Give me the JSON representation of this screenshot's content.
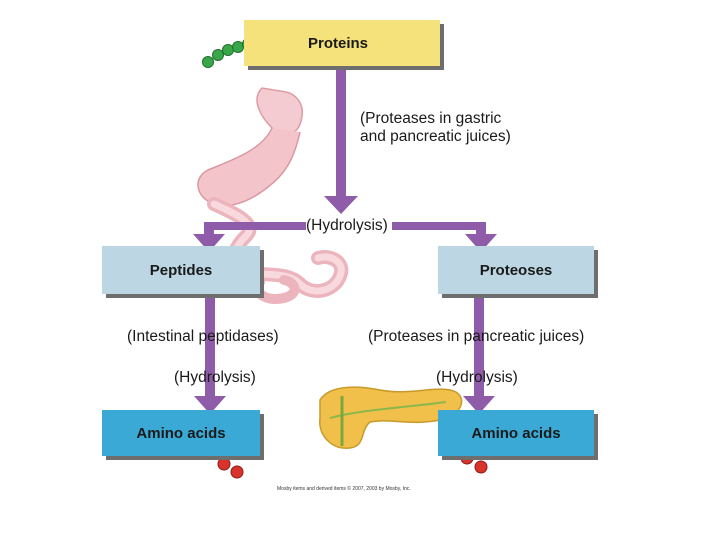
{
  "diagram": {
    "nodes": {
      "proteins": "Proteins",
      "peptides": "Peptides",
      "proteoses": "Proteoses",
      "amino_left": "Amino acids",
      "amino_right": "Amino acids"
    },
    "labels": {
      "gastric_line1": "(Proteases in gastric",
      "gastric_line2": "and pancreatic juices)",
      "hydrolysis_top": "(Hydrolysis)",
      "intestinal": "(Intestinal peptidases)",
      "pancreatic": "(Proteases in pancreatic juices)",
      "hydrolysis_left": "(Hydrolysis)",
      "hydrolysis_right": "(Hydrolysis)"
    },
    "credit": "Mosby items and derived items © 2007, 2003 by Mosby, Inc."
  },
  "colors": {
    "proteins_fill": "#f6e27a",
    "peptides_fill": "#bcd7e3",
    "amino_fill": "#3ba9d6",
    "arrow": "#8e5ca8",
    "bead_green": "#3aa64a",
    "bead_red": "#d8342c"
  },
  "icons": [
    "protein-chain-icon",
    "stomach-intestine-icon",
    "pancreas-icon",
    "amino-acid-beads-icon"
  ]
}
